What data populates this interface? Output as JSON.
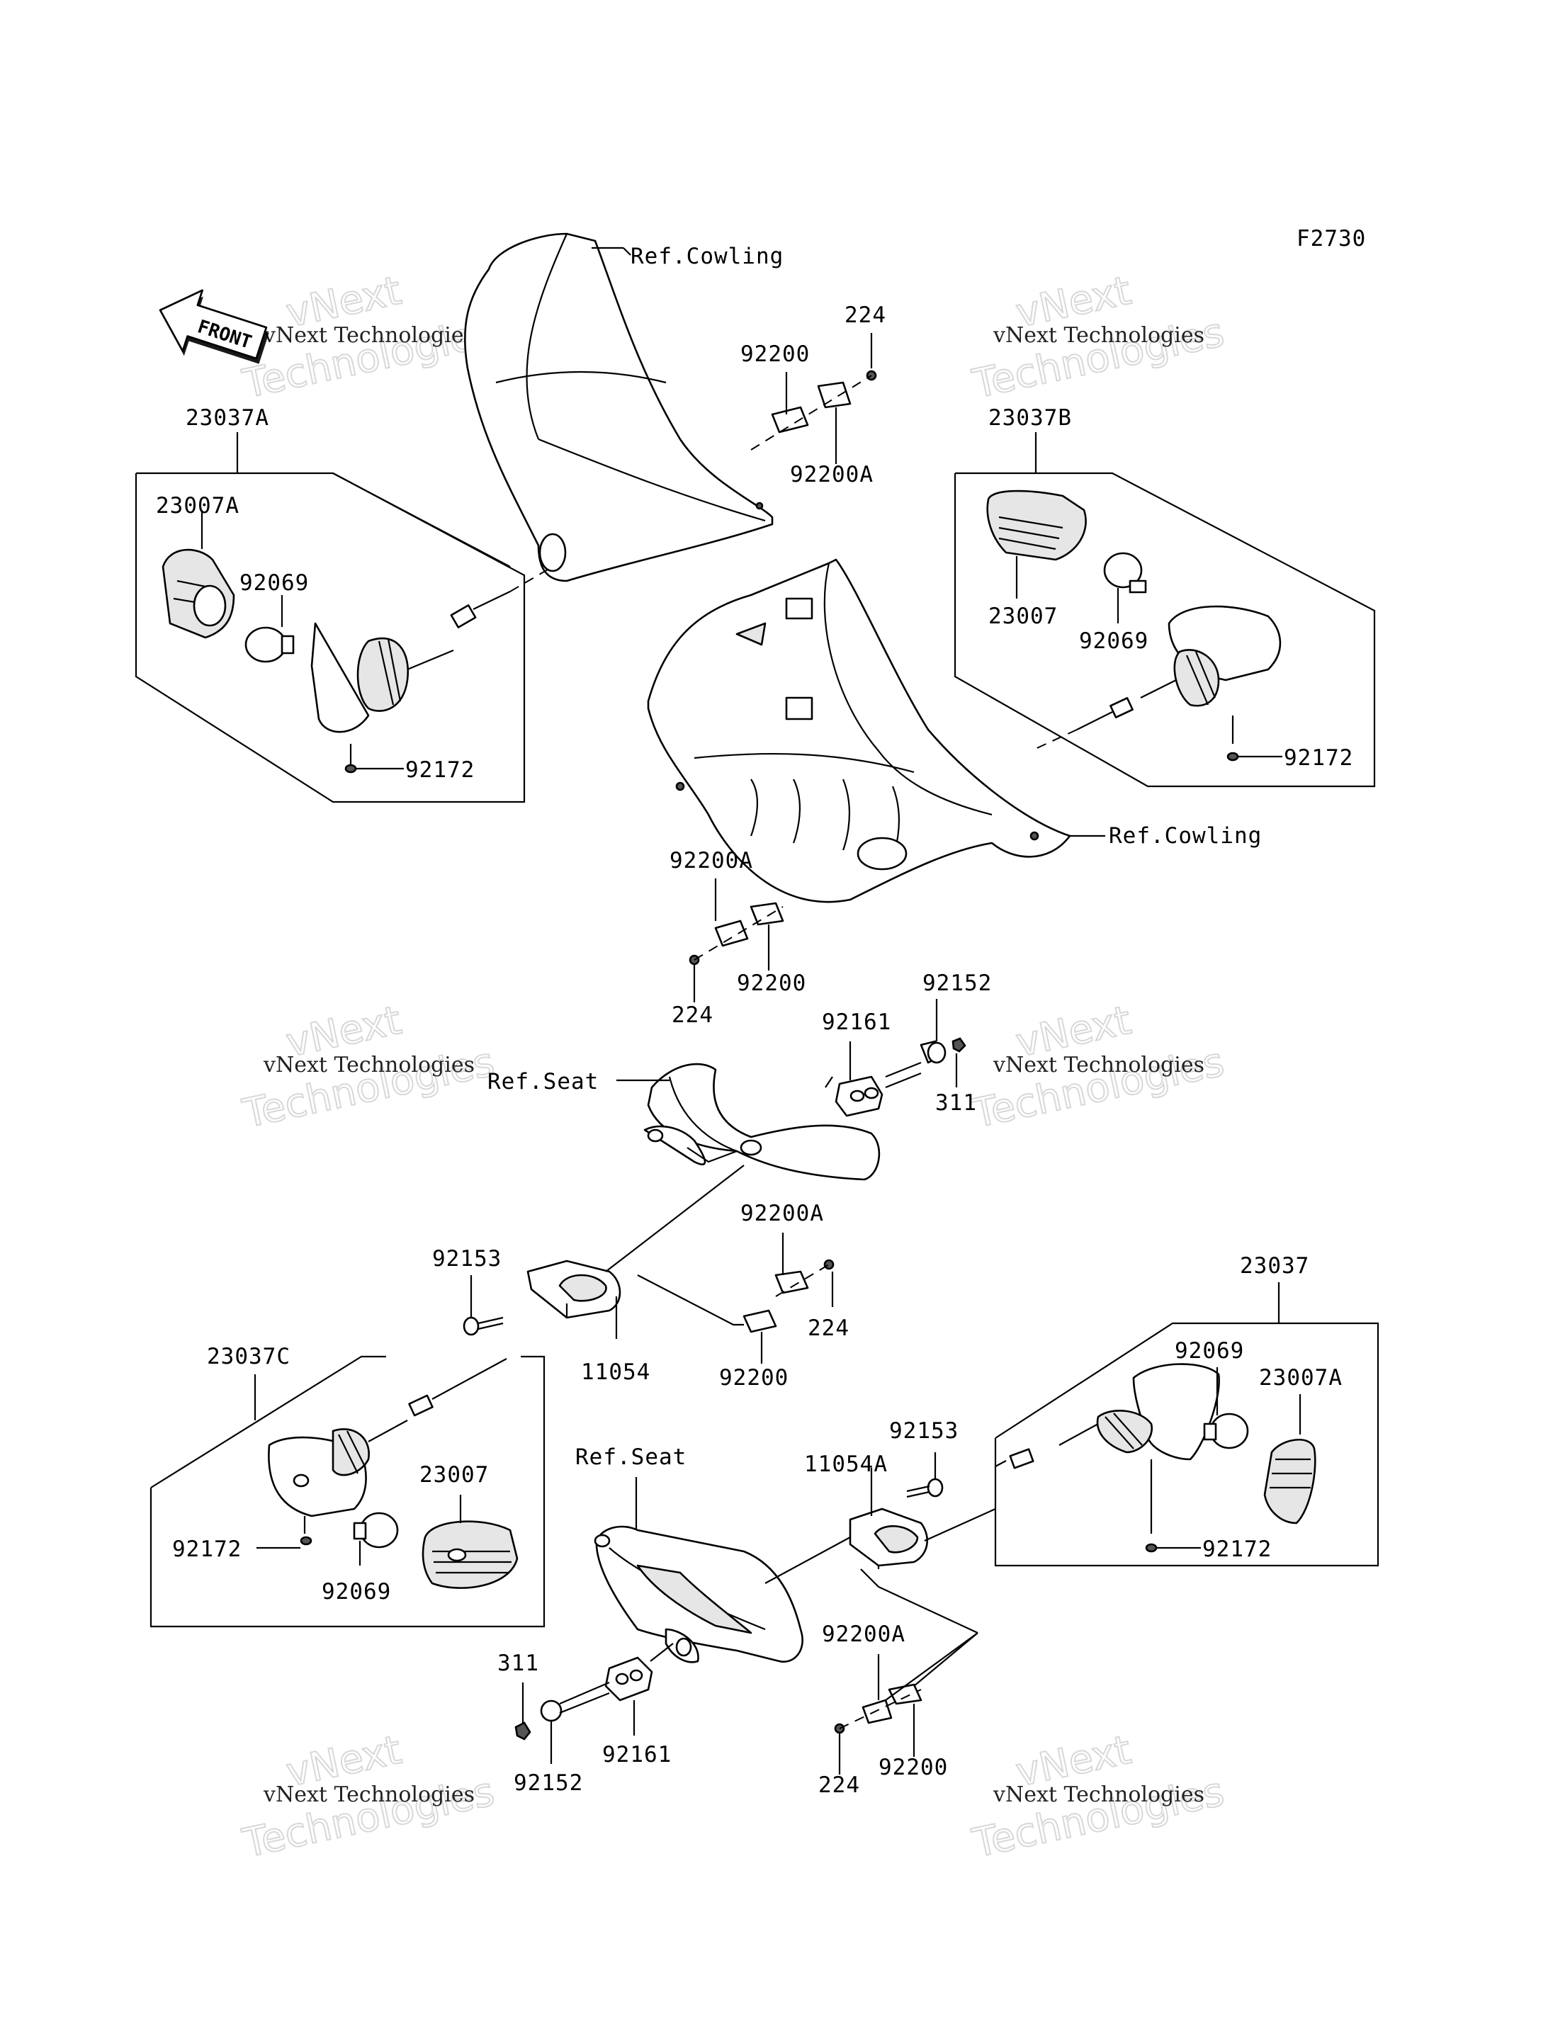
{
  "figure_code": "F2730",
  "front_label": "FRONT",
  "watermark": {
    "line1": "vNext",
    "line2": "vNext Technologies",
    "line3": "Technologies"
  },
  "ref_labels": {
    "cowling_top": "Ref.Cowling",
    "cowling_mid": "Ref.Cowling",
    "seat_left": "Ref.Seat",
    "seat_bottom": "Ref.Seat"
  },
  "parts": {
    "p23037A": "23037A",
    "p23007A_left": "23007A",
    "p92069_a": "92069",
    "p92172_a": "92172",
    "p92200_top": "92200",
    "p224_top": "224",
    "p92200A_top": "92200A",
    "p23037B": "23037B",
    "p23007_b": "23007",
    "p92069_b": "92069",
    "p92172_b": "92172",
    "p92200A_mid": "92200A",
    "p92200_mid": "92200",
    "p224_mid": "224",
    "p92152_top": "92152",
    "p92161_top": "92161",
    "p311_top": "311",
    "p92153_left": "92153",
    "p92200A_c": "92200A",
    "p224_c": "224",
    "p11054": "11054",
    "p92200_c": "92200",
    "p23037C": "23037C",
    "p23007_c": "23007",
    "p92172_c": "92172",
    "p92069_c": "92069",
    "p23037": "23037",
    "p92069_d": "92069",
    "p23007A_d": "23007A",
    "p92153_d": "92153",
    "p11054A": "11054A",
    "p92172_d": "92172",
    "p92200A_d": "92200A",
    "p311_bottom": "311",
    "p92152_bottom": "92152",
    "p92161_bottom": "92161",
    "p92200_d": "92200",
    "p224_d": "224"
  }
}
